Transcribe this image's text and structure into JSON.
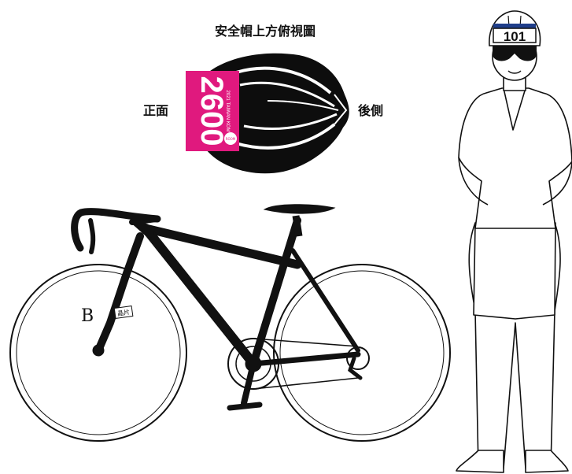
{
  "helmet_section": {
    "title": "安全帽上方俯視圖",
    "front_label": "正面",
    "rear_label": "後側",
    "bib_number": "2600",
    "bib_small_text": "2021 TAIWAN KOM",
    "bib_color": "#e0197e",
    "bib_logo_text": "ROOM"
  },
  "bike_section": {
    "point_label": "B",
    "chip_label": "晶片"
  },
  "rider_section": {
    "helmet_number": "101",
    "helmet_strip_color": "#1f3e8a"
  }
}
